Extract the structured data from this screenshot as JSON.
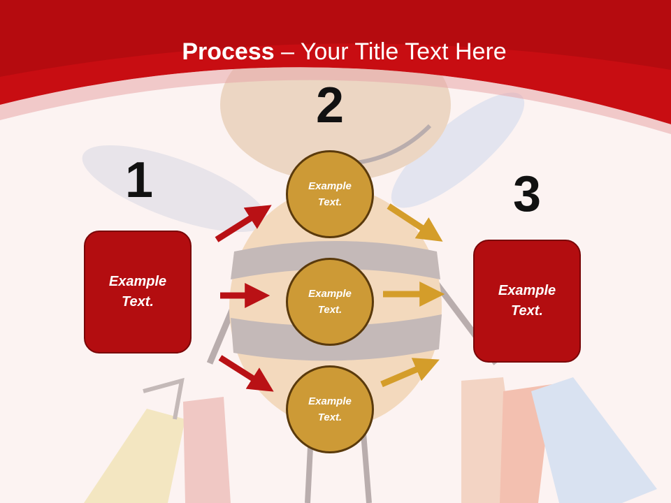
{
  "title": {
    "bold": "Process",
    "dash": " – ",
    "rest": "Your Title Text Here"
  },
  "steps": [
    {
      "number": "1",
      "text": "Example\nText."
    },
    {
      "number": "2",
      "items": [
        "Example\nText.",
        "Example\nText.",
        "Example\nText."
      ]
    },
    {
      "number": "3",
      "text": "Example\nText."
    }
  ],
  "colors": {
    "header_red": "#c80d12",
    "box_red": "#b30d10",
    "circle_gold": "#cd9a36",
    "arrow_red": "#b91115",
    "arrow_gold": "#d49d2a"
  },
  "background_image": "cartoon-bee-with-shopping-bags"
}
